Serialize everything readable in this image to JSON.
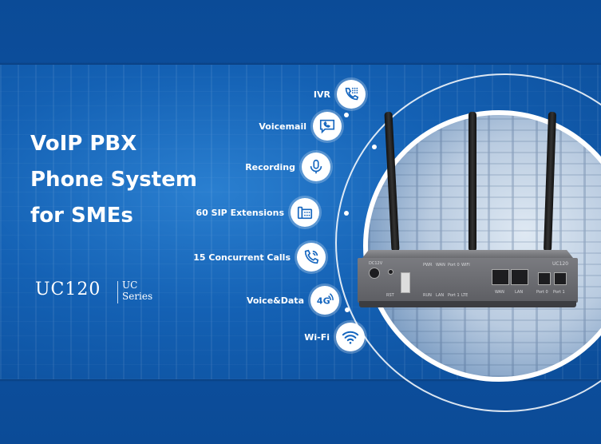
{
  "headline": [
    "VoIP PBX",
    "Phone System",
    "for SMEs"
  ],
  "model": "UC120",
  "series": [
    "UC",
    "Series"
  ],
  "features": [
    {
      "label": "IVR",
      "icon": "ivr-phone-icon"
    },
    {
      "label": "Voicemail",
      "icon": "voicemail-chat-icon"
    },
    {
      "label": "Recording",
      "icon": "microphone-icon"
    },
    {
      "label": "60 SIP Extensions",
      "icon": "desk-phone-icon"
    },
    {
      "label": "15 Concurrent Calls",
      "icon": "phone-call-icon"
    },
    {
      "label": "Voice&Data",
      "icon": "4g-signal-icon"
    },
    {
      "label": "Wi-Fi",
      "icon": "wifi-icon"
    }
  ],
  "router": {
    "brand": "UC120",
    "left_labels": [
      "DC12V",
      "RST"
    ],
    "led_labels": [
      "PWR",
      "WAN",
      "Port 0",
      "WIFI"
    ],
    "led_labels_bottom": [
      "RUN",
      "LAN",
      "Port 1",
      "LTE"
    ],
    "port_labels": [
      "WAN",
      "LAN",
      "Port 0",
      "Port 1"
    ],
    "icon_text": "4G"
  },
  "colors": {
    "background": "#0b4b97",
    "accent": "#1566bf",
    "text": "#ffffff"
  }
}
